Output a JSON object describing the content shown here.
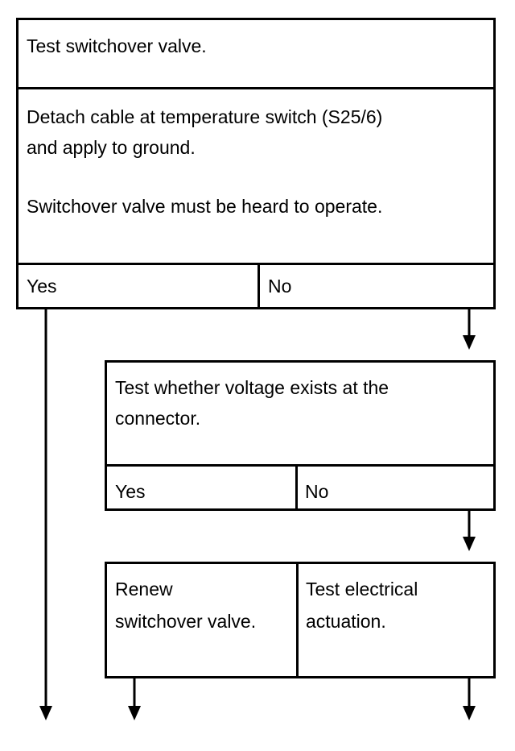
{
  "step1": {
    "title": "Test switchover valve.",
    "instruction_1": "Detach cable at temperature switch (S25/6)",
    "instruction_2": "and apply to ground.",
    "instruction_3": "Switchover valve must be heard to operate.",
    "yes": "Yes",
    "no": "No"
  },
  "step2": {
    "text_1": "Test whether voltage exists at the",
    "text_2": "connector.",
    "yes": "Yes",
    "no": "No"
  },
  "step3": {
    "left_1": "Renew",
    "left_2": "switchover valve.",
    "right_1": "Test electrical",
    "right_2": "actuation."
  }
}
